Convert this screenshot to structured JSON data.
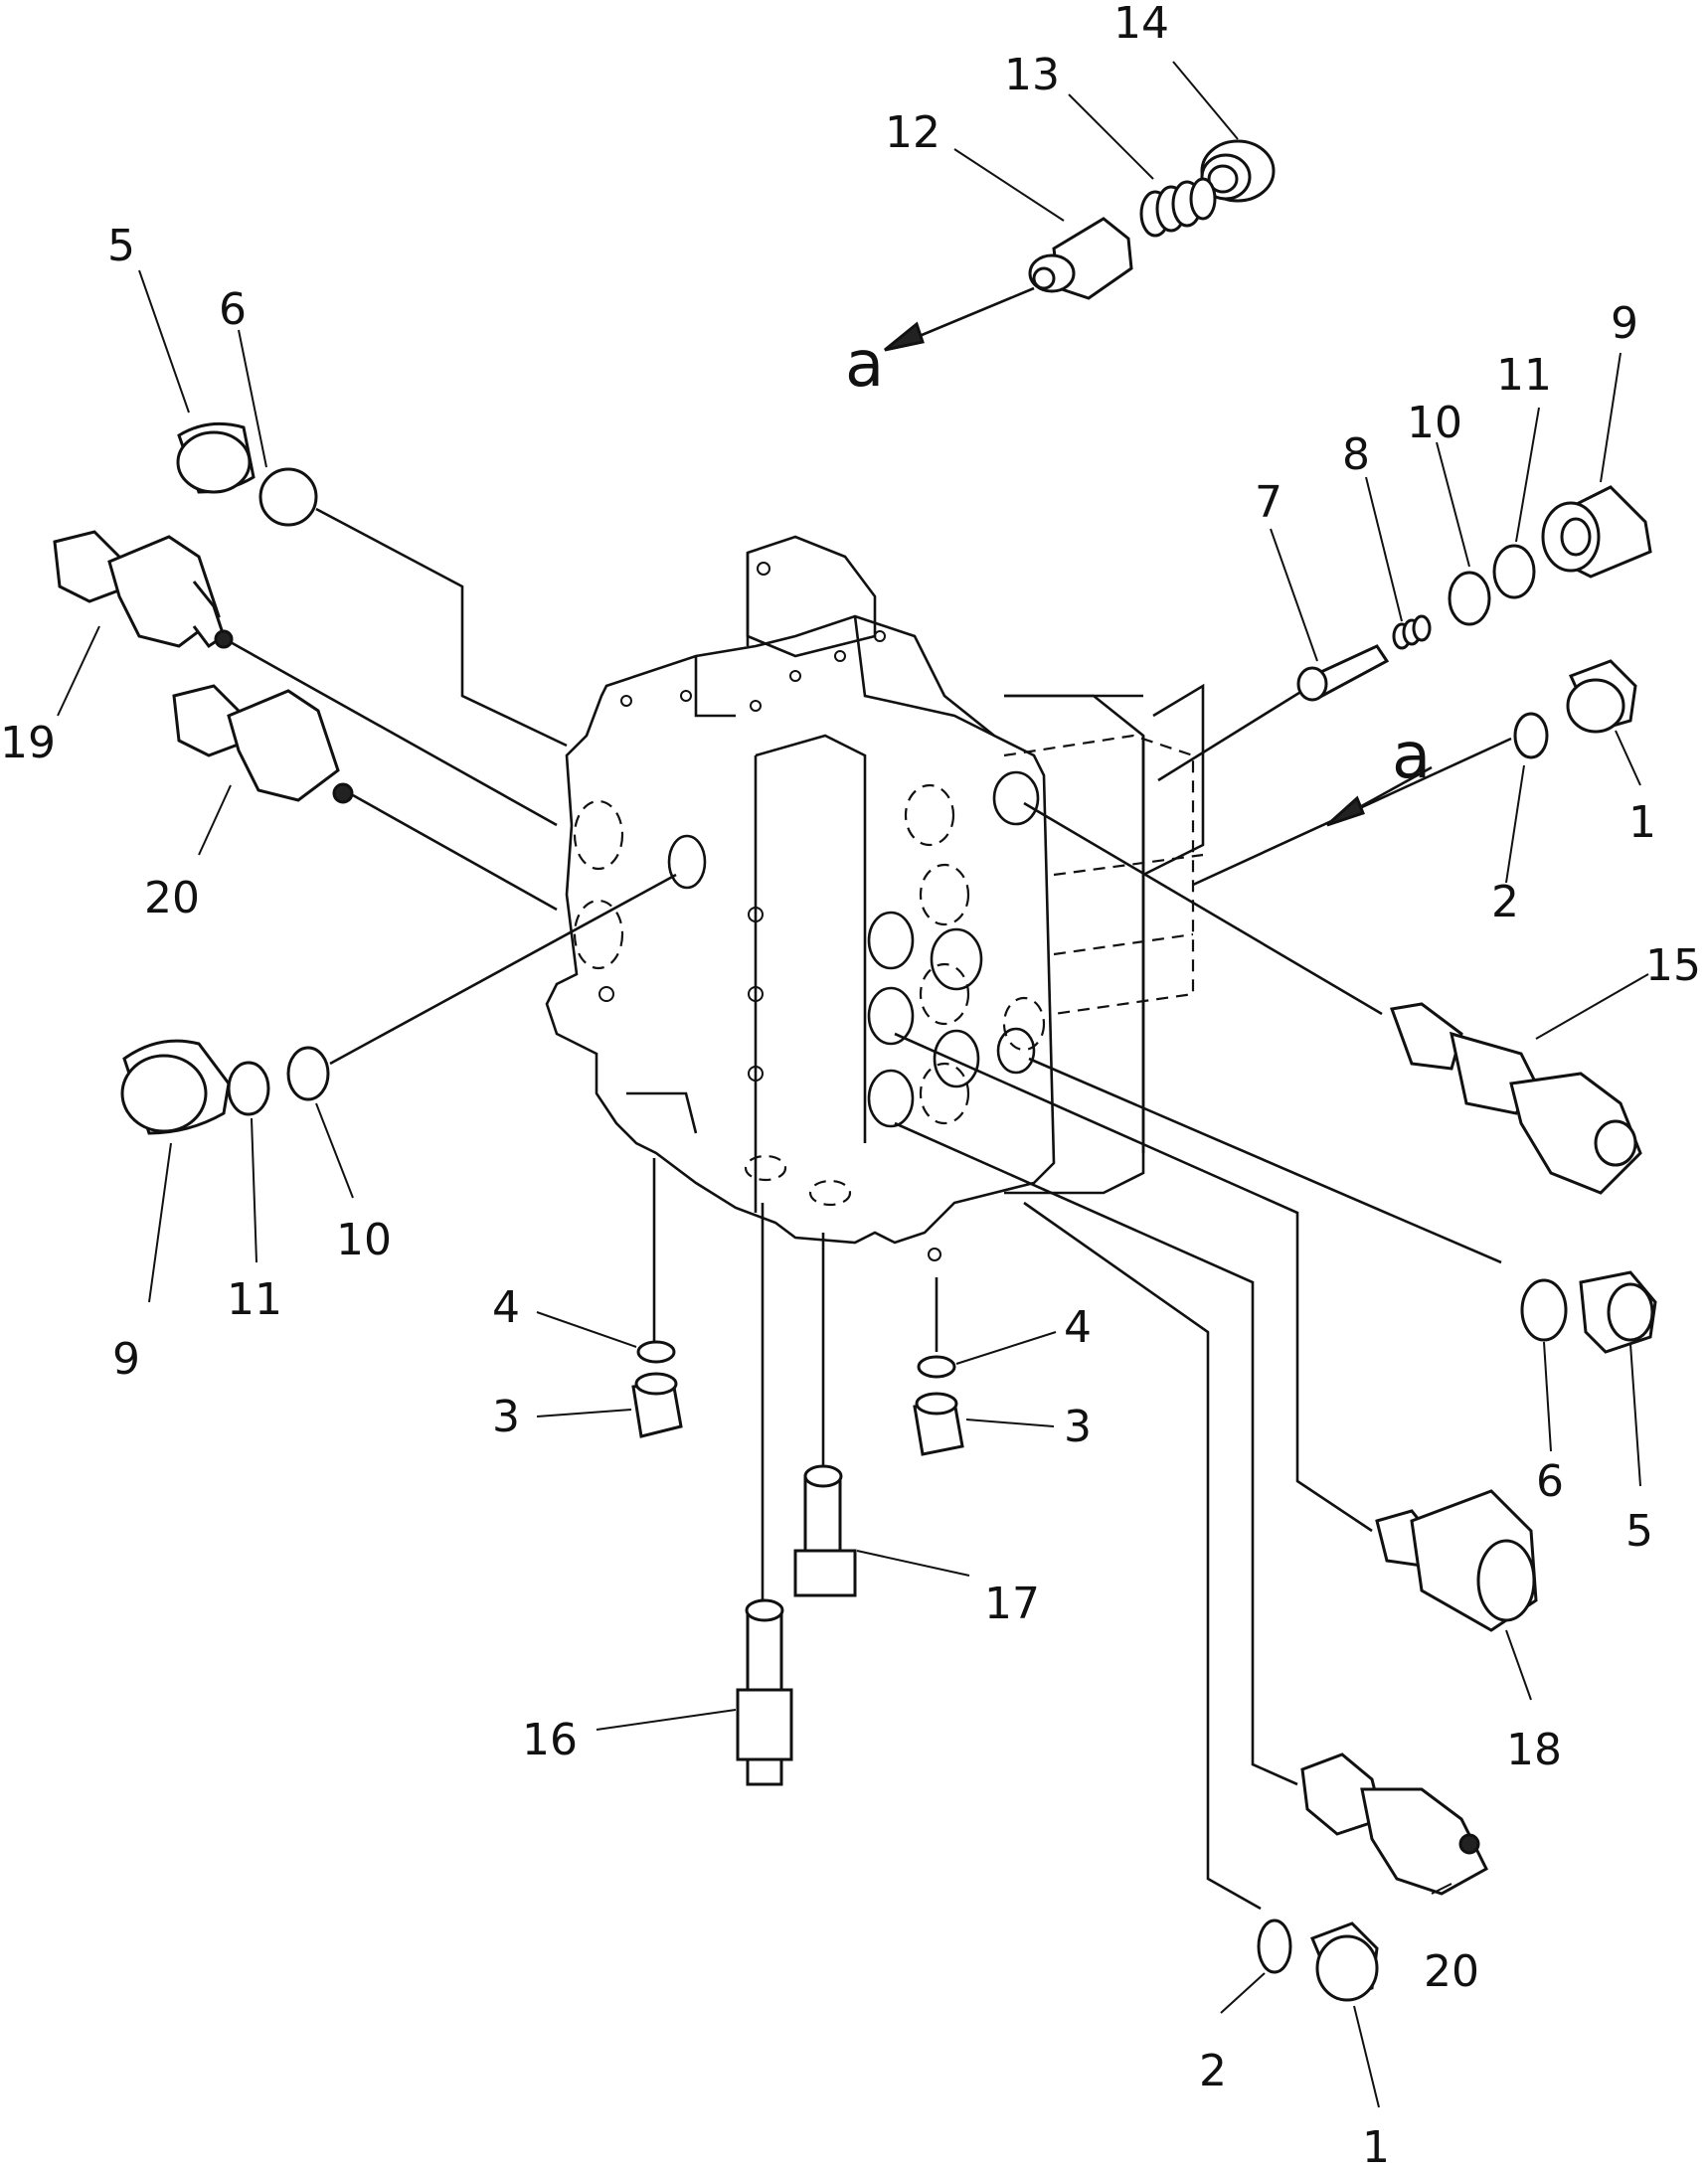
{
  "callouts": {
    "c14": "14",
    "c13": "13",
    "c12": "12",
    "c5a": "5",
    "c6a": "6",
    "c9a": "9",
    "c8": "8",
    "c10a": "10",
    "c11a": "11",
    "c7": "7",
    "c19": "19",
    "c20a": "20",
    "c1a": "1",
    "c2a": "2",
    "c15": "15",
    "c9b": "9",
    "c11b": "11",
    "c10b": "10",
    "c4a": "4",
    "c3a": "3",
    "c4b": "4",
    "c3b": "3",
    "c6b": "6",
    "c5b": "5",
    "c17": "17",
    "c16": "16",
    "c18": "18",
    "c20b": "20",
    "c2b": "2",
    "c1b": "1"
  },
  "view_markers": {
    "top": "a",
    "right": "a"
  }
}
